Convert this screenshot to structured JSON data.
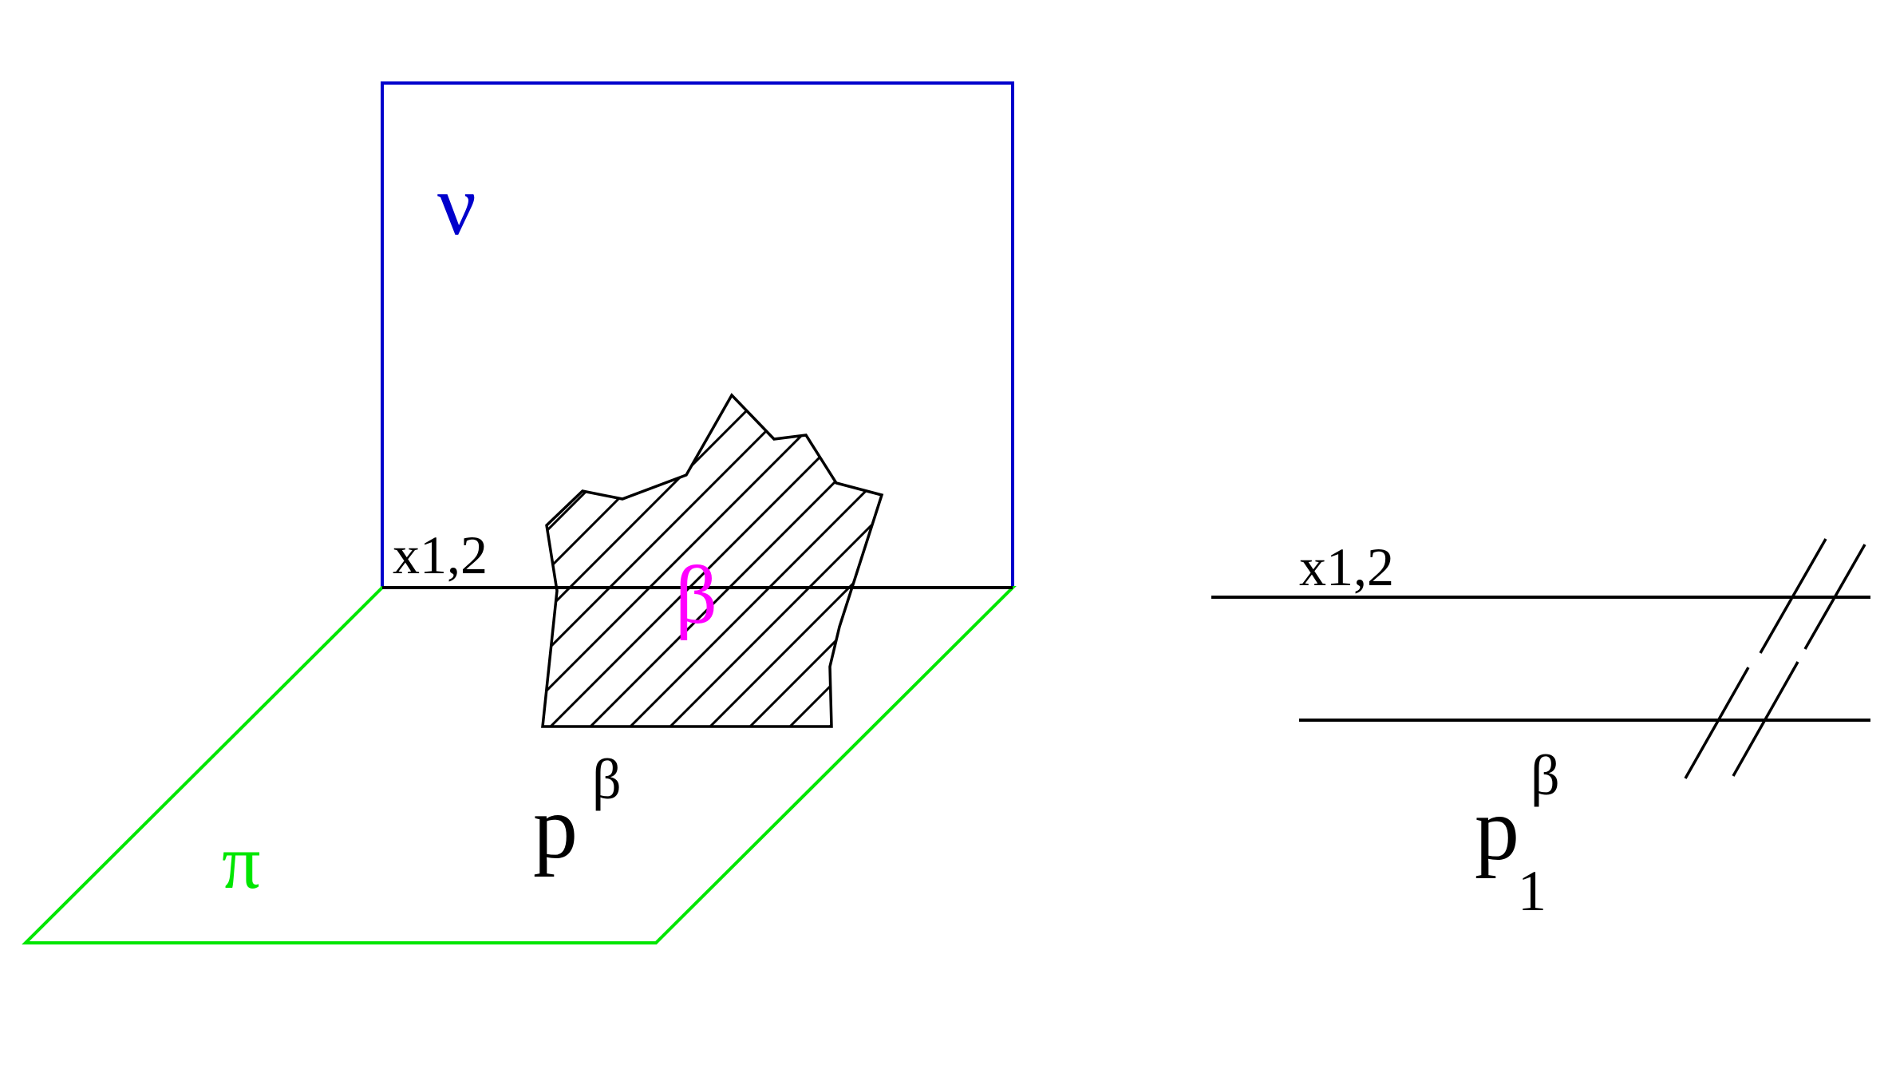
{
  "left_figure": {
    "vertical_plane_label": "ν",
    "horizontal_plane_label": "π",
    "axis_label": "x1,2",
    "shape_label": "β",
    "trace_base": "p",
    "trace_superscript": "β"
  },
  "right_figure": {
    "axis_label": "x1,2",
    "trace_base": "p",
    "trace_superscript": "β",
    "trace_subscript": "1"
  },
  "colors": {
    "vertical_plane": "#0000cc",
    "horizontal_plane": "#00e600",
    "shape_label": "#ff00ff",
    "line": "#000000"
  }
}
